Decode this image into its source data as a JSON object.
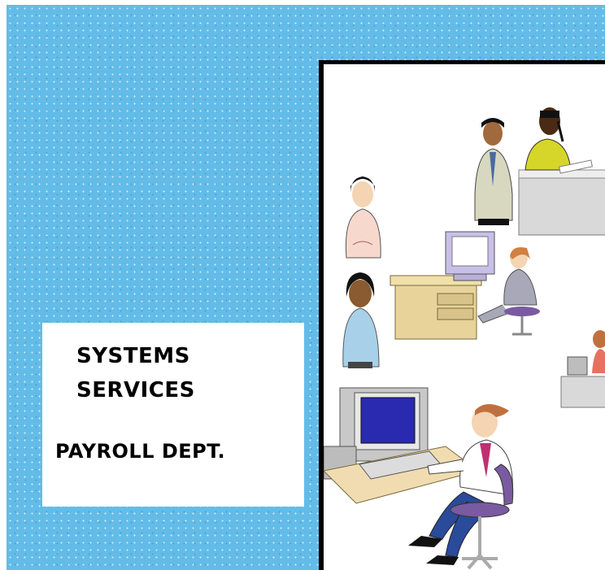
{
  "sign": {
    "line1": "SYSTEMS",
    "line2": "SERVICES",
    "line3": "PAYROLL DEPT."
  },
  "colors": {
    "background": "#63bce8",
    "panel": "#ffffff",
    "text": "#000000"
  },
  "illustration": {
    "figures": [
      "man-on-phone",
      "standing-man",
      "standing-woman",
      "standing-woman-2",
      "seated-woman-at-computer",
      "seated-man-at-computer",
      "partial-person-at-computer"
    ],
    "objects": [
      "desk-icon",
      "computer-icon",
      "monitor-icon",
      "keyboard-icon",
      "chair-icon"
    ]
  }
}
